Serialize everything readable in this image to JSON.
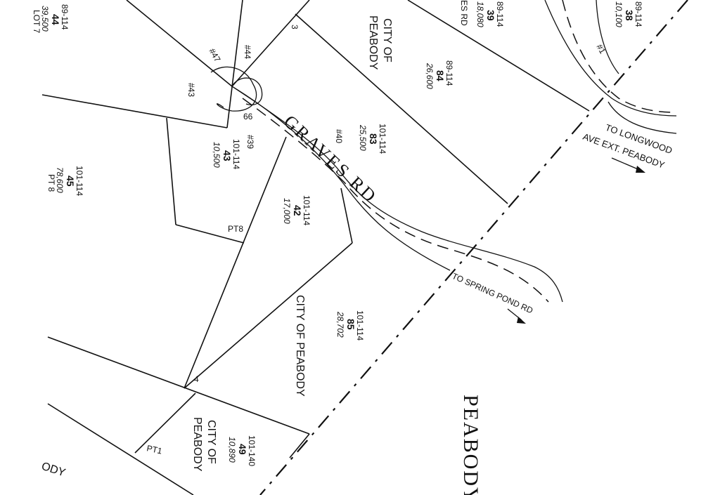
{
  "parcels": {
    "p44": {
      "map_lot": "89-114",
      "number": "44",
      "area": "39,500",
      "note": "LOT 7"
    },
    "p45": {
      "map_lot": "101-114",
      "number": "45",
      "area": "78,600",
      "note": "PT 8"
    },
    "p43": {
      "map_lot": "101-114",
      "number": "43",
      "area": "10,500"
    },
    "p83": {
      "map_lot": "101-114",
      "number": "83",
      "area": "25,500"
    },
    "p84": {
      "map_lot": "89-114",
      "number": "84",
      "area": "26,600"
    },
    "p39": {
      "map_lot": "89-114",
      "number": "39",
      "area": "18,080"
    },
    "p38": {
      "map_lot": "89-114",
      "number": "38",
      "area": "10,100"
    },
    "p42": {
      "map_lot": "101-114",
      "number": "42",
      "area": "17,000"
    },
    "p85": {
      "map_lot": "101-114",
      "number": "85",
      "area": "28,702"
    },
    "p49": {
      "map_lot": "101-140",
      "number": "49",
      "area": "10,890"
    }
  },
  "owners": {
    "city_north_1": "CITY OF",
    "city_north_2": "PEABODY",
    "city_85": "CITY OF PEABODY",
    "city_49_1": "CITY OF",
    "city_49_2": "PEABODY"
  },
  "streets": {
    "graves_rd": "GRAVES RD",
    "partial_rd": "ES RD"
  },
  "directions": {
    "longwood_1": "TO LONGWOOD",
    "longwood_2": "AVE EXT. PEABODY",
    "spring_pond": "TO SPRING POND RD"
  },
  "house_numbers": {
    "h47": "#47",
    "h44": "#44",
    "h43": "#43",
    "h39": "#39",
    "h40": "#40",
    "h1": "#1"
  },
  "marks": {
    "m3": "3",
    "m66": "66",
    "m4": "4",
    "pt8": "PT8",
    "pt1": "PT1"
  },
  "town": {
    "name": "PEABODY",
    "partial": "ODY"
  }
}
